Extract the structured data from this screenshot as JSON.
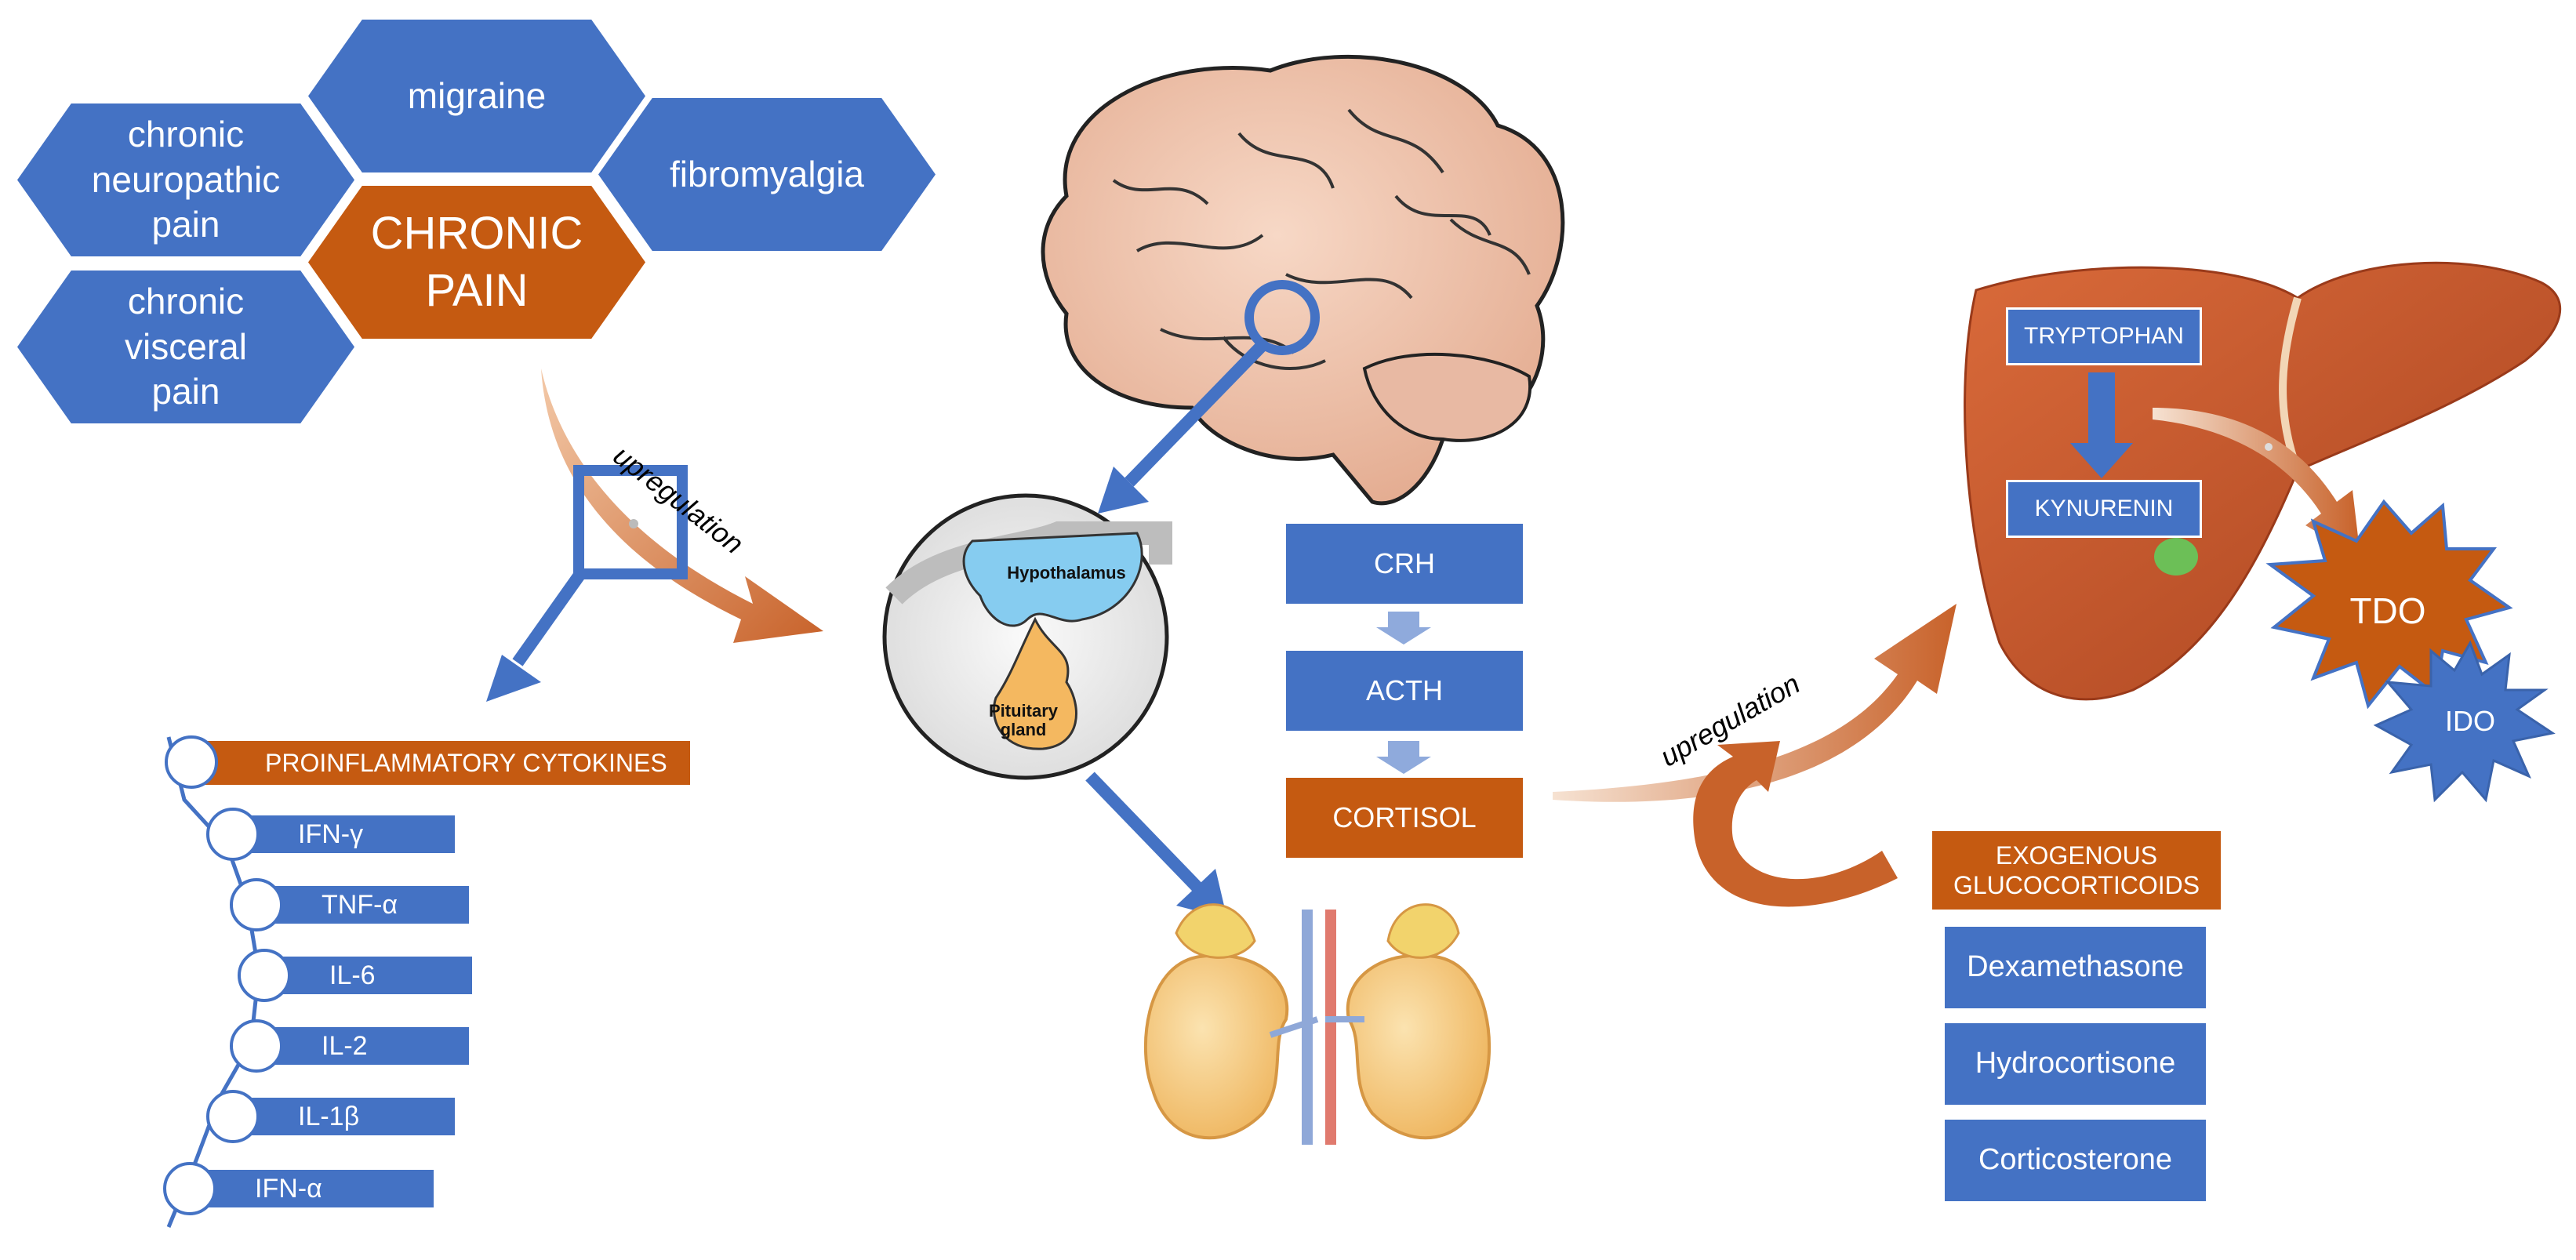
{
  "conditions": {
    "migraine": "migraine",
    "chronic_neuropathic_pain": [
      "chronic",
      "neuropathic",
      "pain"
    ],
    "fibromyalgia": "fibromyalgia",
    "chronic_pain": [
      "CHRONIC",
      "PAIN"
    ],
    "chronic_visceral_pain": [
      "chronic",
      "visceral pain"
    ]
  },
  "annotations": {
    "upregulation_left": "upregulation",
    "upregulation_right": "upregulation"
  },
  "cytokines": {
    "header": "PROINFLAMMATORY CYTOKINES",
    "items": [
      "IFN-γ",
      "TNF-α",
      "IL-6",
      "IL-2",
      "IL-1β",
      "IFN-α"
    ]
  },
  "hpa_axis": {
    "hypothalamus": "Hypothalamus",
    "pituitary": [
      "Pituitary",
      "gland"
    ],
    "steps": [
      "CRH",
      "ACTH",
      "CORTISOL"
    ]
  },
  "liver": {
    "tryptophan": "TRYPTOPHAN",
    "kynurenin": "KYNURENIN",
    "tdo": "TDO",
    "ido": "IDO"
  },
  "glucocorticoids": {
    "header": [
      "EXOGENOUS",
      "GLUCOCORTICOIDS"
    ],
    "items": [
      "Dexamethasone",
      "Hydrocortisone",
      "Corticosterone"
    ]
  },
  "colors": {
    "blue": "#4472c4",
    "orange": "#c55a11",
    "arrow_orange": "#c8622a",
    "light_blue": "#8faadc"
  }
}
